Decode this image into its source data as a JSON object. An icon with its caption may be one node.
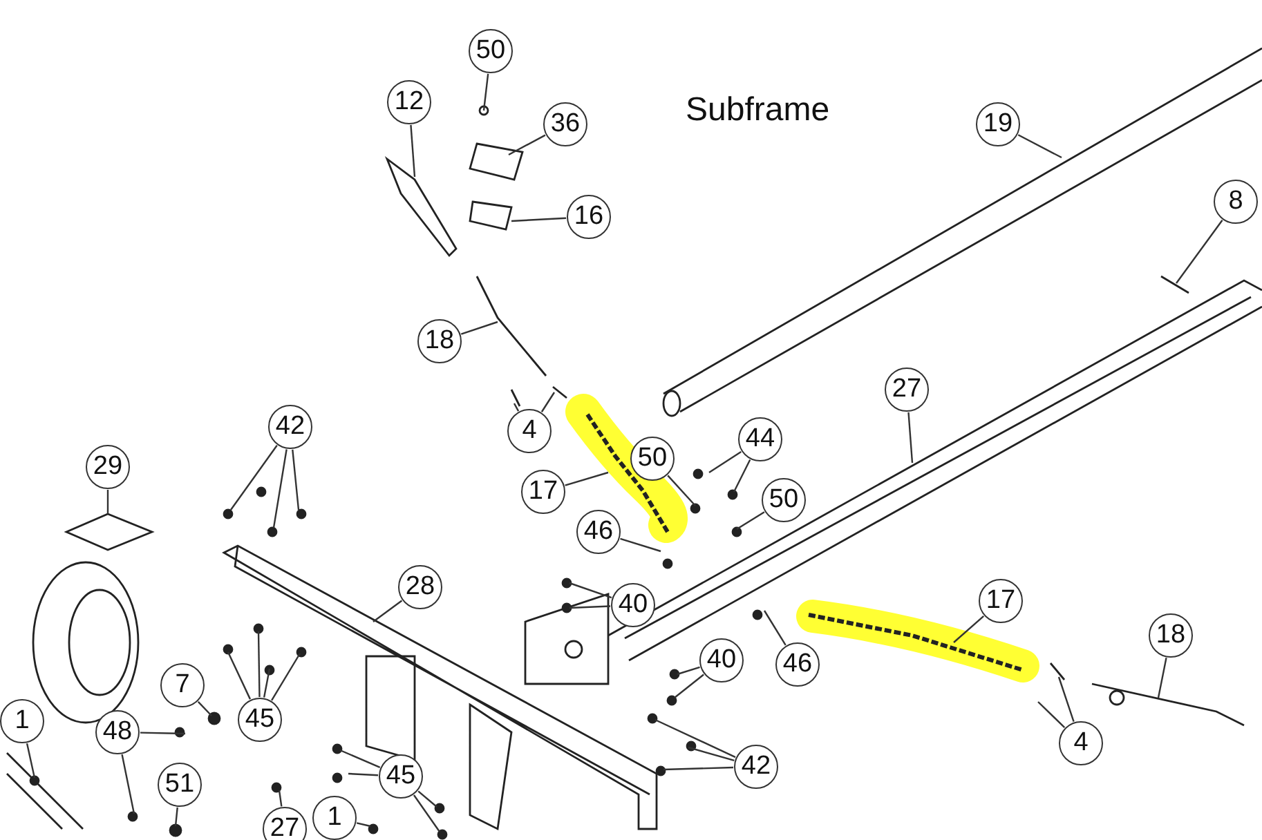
{
  "diagram": {
    "title": "Subframe",
    "nodes": [
      {
        "text": [
          "50"
        ]
      },
      {
        "text": [
          "12"
        ]
      },
      {
        "text": [
          "36"
        ]
      },
      {
        "text": [
          "16"
        ]
      },
      {
        "text": [
          "19"
        ]
      },
      {
        "text": [
          "8"
        ]
      },
      {
        "text": [
          "18"
        ]
      },
      {
        "text": [
          "4"
        ]
      },
      {
        "text": [
          "42"
        ]
      },
      {
        "text": [
          "29"
        ]
      },
      {
        "text": [
          "27"
        ]
      },
      {
        "text": [
          "44"
        ]
      },
      {
        "text": [
          "50"
        ]
      },
      {
        "text": [
          "17"
        ]
      },
      {
        "text": [
          "50"
        ]
      },
      {
        "text": [
          "46"
        ]
      },
      {
        "text": [
          "40"
        ]
      },
      {
        "text": [
          "28"
        ]
      },
      {
        "text": [
          "17"
        ]
      },
      {
        "text": [
          "18"
        ]
      },
      {
        "text": [
          "46"
        ]
      },
      {
        "text": [
          "40"
        ]
      },
      {
        "text": [
          "7"
        ]
      },
      {
        "text": [
          "45"
        ]
      },
      {
        "text": [
          "48"
        ]
      },
      {
        "text": [
          "42"
        ]
      },
      {
        "text": [
          "51"
        ]
      },
      {
        "text": [
          "45"
        ]
      },
      {
        "text": [
          "4"
        ]
      },
      {
        "text": [
          "1"
        ]
      },
      {
        "text": [
          "1"
        ]
      },
      {
        "text": [
          "27"
        ]
      }
    ],
    "edges": [
      {
        "from": 0,
        "to": null,
        "arrow": "none"
      },
      {
        "from": 1,
        "to": null,
        "arrow": "none"
      },
      {
        "from": 2,
        "to": null,
        "arrow": "none"
      },
      {
        "from": 3,
        "to": null,
        "arrow": "none"
      },
      {
        "from": 4,
        "to": null,
        "arrow": "none"
      },
      {
        "from": 5,
        "to": null,
        "arrow": "none"
      },
      {
        "from": 6,
        "to": null,
        "arrow": "none"
      },
      {
        "from": 7,
        "to": null,
        "arrow": "none"
      },
      {
        "from": 7,
        "to": null,
        "arrow": "none"
      },
      {
        "from": 8,
        "to": null,
        "arrow": "none"
      },
      {
        "from": 8,
        "to": null,
        "arrow": "none"
      },
      {
        "from": 8,
        "to": null,
        "arrow": "none"
      },
      {
        "from": 9,
        "to": null,
        "arrow": "none"
      },
      {
        "from": 10,
        "to": null,
        "arrow": "none"
      },
      {
        "from": 11,
        "to": null,
        "arrow": "none"
      },
      {
        "from": 11,
        "to": null,
        "arrow": "none"
      },
      {
        "from": 12,
        "to": null,
        "arrow": "none"
      },
      {
        "from": 13,
        "to": null,
        "arrow": "none"
      },
      {
        "from": 14,
        "to": null,
        "arrow": "none"
      },
      {
        "from": 15,
        "to": null,
        "arrow": "none"
      },
      {
        "from": 16,
        "to": null,
        "arrow": "none"
      },
      {
        "from": 16,
        "to": null,
        "arrow": "none"
      },
      {
        "from": 17,
        "to": null,
        "arrow": "none"
      },
      {
        "from": 18,
        "to": null,
        "arrow": "none"
      },
      {
        "from": 19,
        "to": null,
        "arrow": "none"
      },
      {
        "from": 20,
        "to": null,
        "arrow": "none"
      },
      {
        "from": 21,
        "to": null,
        "arrow": "none"
      },
      {
        "from": 21,
        "to": null,
        "arrow": "none"
      },
      {
        "from": 22,
        "to": null,
        "arrow": "none"
      },
      {
        "from": 23,
        "to": null,
        "arrow": "none"
      },
      {
        "from": 23,
        "to": null,
        "arrow": "none"
      },
      {
        "from": 23,
        "to": null,
        "arrow": "none"
      },
      {
        "from": 23,
        "to": null,
        "arrow": "none"
      },
      {
        "from": 24,
        "to": null,
        "arrow": "none"
      },
      {
        "from": 24,
        "to": null,
        "arrow": "none"
      },
      {
        "from": 25,
        "to": null,
        "arrow": "none"
      },
      {
        "from": 25,
        "to": null,
        "arrow": "none"
      },
      {
        "from": 25,
        "to": null,
        "arrow": "none"
      },
      {
        "from": 26,
        "to": null,
        "arrow": "none"
      },
      {
        "from": 27,
        "to": null,
        "arrow": "none"
      },
      {
        "from": 27,
        "to": null,
        "arrow": "none"
      },
      {
        "from": 27,
        "to": null,
        "arrow": "none"
      },
      {
        "from": 27,
        "to": null,
        "arrow": "none"
      },
      {
        "from": 28,
        "to": null,
        "arrow": "none"
      },
      {
        "from": 28,
        "to": null,
        "arrow": "none"
      },
      {
        "from": 29,
        "to": null,
        "arrow": "none"
      },
      {
        "from": 30,
        "to": null,
        "arrow": "none"
      },
      {
        "from": 31,
        "to": null,
        "arrow": "none"
      }
    ]
  }
}
